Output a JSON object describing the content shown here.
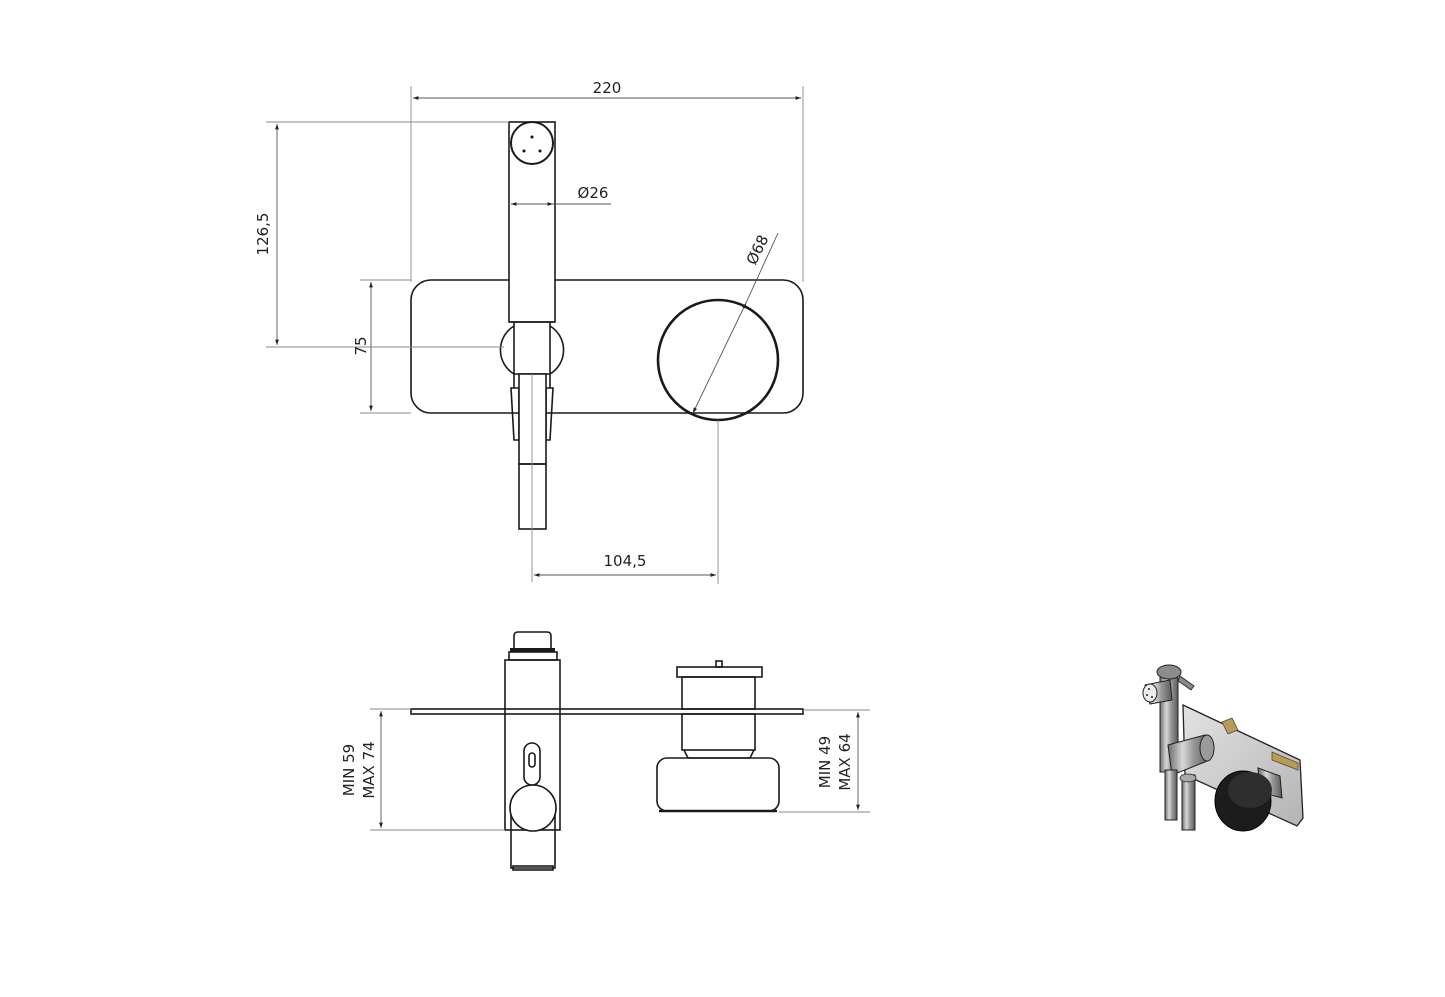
{
  "drawing": {
    "title": "Wall-mounted bidet shower mixer — technical drawing",
    "front_view": {
      "dimensions": {
        "overall_width": "220",
        "handshower_diameter": "Ø26",
        "knob_diameter": "Ø68",
        "handshower_height": "126,5",
        "plate_height": "75",
        "axis_spacing": "104,5"
      }
    },
    "side_view": {
      "dimensions": {
        "outlet_depth_line1": "MIN 59",
        "outlet_depth_line2": "MAX 74",
        "knob_depth_line1": "MIN 49",
        "knob_depth_line2": "MAX 64"
      }
    },
    "iso_view": {
      "label": "3D isometric product render"
    },
    "colors": {
      "line": "#1a1a1a",
      "dimension_line": "#555555",
      "background": "#ffffff",
      "knob": "#1c1c1c",
      "plate": "#c8c8c8",
      "brass": "#b89a5a"
    }
  }
}
